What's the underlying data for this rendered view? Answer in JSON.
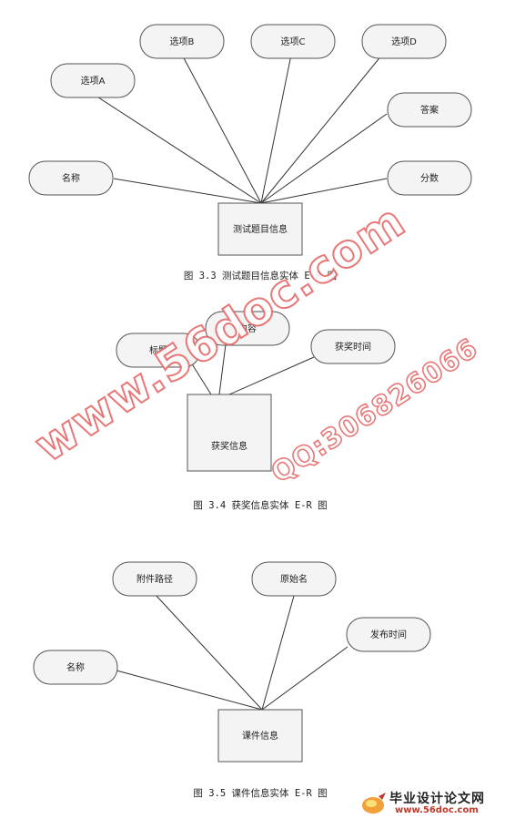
{
  "diagram1": {
    "entity": "测试题目信息",
    "attributes": [
      "选项A",
      "选项B",
      "选项C",
      "选项D",
      "答案",
      "名称",
      "分数"
    ],
    "caption": "图 3.3 测试题目信息实体 E-R 图"
  },
  "diagram2": {
    "entity": "获奖信息",
    "attributes": [
      "标题",
      "内容",
      "获奖时间"
    ],
    "caption": "图 3.4 获奖信息实体 E-R 图"
  },
  "diagram3": {
    "entity": "课件信息",
    "attributes": [
      "附件路径",
      "原始名",
      "发布时间",
      "名称"
    ],
    "caption": "图 3.5 课件信息实体 E-R 图"
  },
  "watermark": {
    "site": "www.56doc.com",
    "qq": "QQ:306826066"
  },
  "logo": {
    "title": "毕业设计论文网",
    "url": "www.56doc.com"
  }
}
